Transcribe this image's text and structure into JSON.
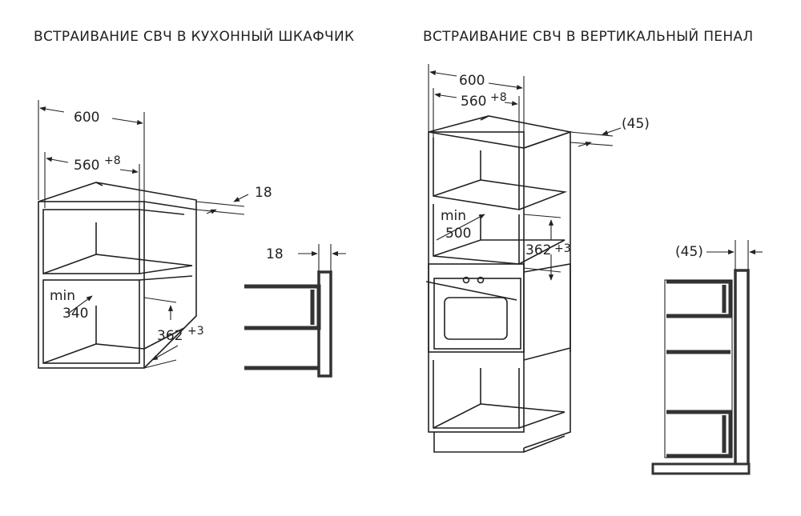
{
  "titles": {
    "left": "ВСТРАИВАНИЕ СВЧ В КУХОННЫЙ ШКАФЧИК",
    "right": "ВСТРАИВАНИЕ СВЧ В ВЕРТИКАЛЬНЫЙ ПЕНАЛ"
  },
  "left_diagram": {
    "width": "600",
    "inner_width": "560",
    "inner_width_tol": "+8",
    "thickness": "18",
    "min_label": "min",
    "min_depth": "340",
    "height": "362",
    "height_tol": "+3",
    "side_thickness": "18"
  },
  "right_diagram": {
    "width": "600",
    "inner_width": "560",
    "inner_width_tol": "+8",
    "gap": "(45)",
    "min_label": "min",
    "min_depth": "500",
    "height": "362",
    "height_tol": "+3",
    "side_gap": "(45)"
  }
}
